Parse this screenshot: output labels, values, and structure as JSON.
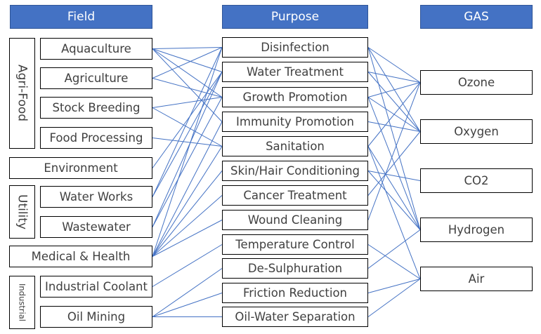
{
  "headers": {
    "field": "Field",
    "purpose": "Purpose",
    "gas": "GAS"
  },
  "groups": {
    "agri_food": "Agri-Food",
    "utility": "Utility",
    "industrial": "Industrial"
  },
  "fields": {
    "aquaculture": "Aquaculture",
    "agriculture": "Agriculture",
    "stock_breeding": "Stock Breeding",
    "food_processing": "Food Processing",
    "environment": "Environment",
    "water_works": "Water Works",
    "wastewater": "Wastewater",
    "medical_health": "Medical & Health",
    "industrial_coolant": "Industrial Coolant",
    "oil_mining": "Oil Mining"
  },
  "purposes": {
    "disinfection": "Disinfection",
    "water_treatment": "Water Treatment",
    "growth_promotion": "Growth Promotion",
    "immunity_promotion": "Immunity Promotion",
    "sanitation": "Sanitation",
    "skin_hair": "Skin/Hair Conditioning",
    "cancer_treatment": "Cancer Treatment",
    "wound_cleaning": "Wound Cleaning",
    "temperature_control": "Temperature Control",
    "de_sulphuration": "De-Sulphuration",
    "friction_reduction": "Friction Reduction",
    "oil_water_separation": "Oil-Water Separation"
  },
  "gases": {
    "ozone": "Ozone",
    "oxygen": "Oxygen",
    "co2": "CO2",
    "hydrogen": "Hydrogen",
    "air": "Air"
  },
  "colors": {
    "header_fill": "#4472c4",
    "link_line": "#4472c4",
    "box_border": "#000000"
  },
  "field_purpose_links": [
    [
      "aquaculture",
      "disinfection"
    ],
    [
      "aquaculture",
      "water_treatment"
    ],
    [
      "aquaculture",
      "growth_promotion"
    ],
    [
      "aquaculture",
      "immunity_promotion"
    ],
    [
      "agriculture",
      "disinfection"
    ],
    [
      "agriculture",
      "growth_promotion"
    ],
    [
      "stock_breeding",
      "growth_promotion"
    ],
    [
      "stock_breeding",
      "sanitation"
    ],
    [
      "food_processing",
      "sanitation"
    ],
    [
      "environment",
      "water_treatment"
    ],
    [
      "water_works",
      "disinfection"
    ],
    [
      "water_works",
      "water_treatment"
    ],
    [
      "wastewater",
      "water_treatment"
    ],
    [
      "wastewater",
      "growth_promotion"
    ],
    [
      "medical_health",
      "disinfection"
    ],
    [
      "medical_health",
      "immunity_promotion"
    ],
    [
      "medical_health",
      "sanitation"
    ],
    [
      "medical_health",
      "skin_hair"
    ],
    [
      "medical_health",
      "cancer_treatment"
    ],
    [
      "medical_health",
      "wound_cleaning"
    ],
    [
      "industrial_coolant",
      "temperature_control"
    ],
    [
      "oil_mining",
      "de_sulphuration"
    ],
    [
      "oil_mining",
      "friction_reduction"
    ],
    [
      "oil_mining",
      "oil_water_separation"
    ]
  ],
  "purpose_gas_links": [
    [
      "disinfection",
      "ozone"
    ],
    [
      "disinfection",
      "oxygen"
    ],
    [
      "disinfection",
      "hydrogen"
    ],
    [
      "water_treatment",
      "ozone"
    ],
    [
      "water_treatment",
      "oxygen"
    ],
    [
      "growth_promotion",
      "ozone"
    ],
    [
      "growth_promotion",
      "oxygen"
    ],
    [
      "growth_promotion",
      "hydrogen"
    ],
    [
      "immunity_promotion",
      "oxygen"
    ],
    [
      "sanitation",
      "ozone"
    ],
    [
      "sanitation",
      "hydrogen"
    ],
    [
      "sanitation",
      "air"
    ],
    [
      "skin_hair",
      "co2"
    ],
    [
      "skin_hair",
      "hydrogen"
    ],
    [
      "cancer_treatment",
      "oxygen"
    ],
    [
      "wound_cleaning",
      "ozone"
    ],
    [
      "temperature_control",
      "air"
    ],
    [
      "de_sulphuration",
      "hydrogen"
    ],
    [
      "friction_reduction",
      "air"
    ],
    [
      "oil_water_separation",
      "air"
    ]
  ]
}
